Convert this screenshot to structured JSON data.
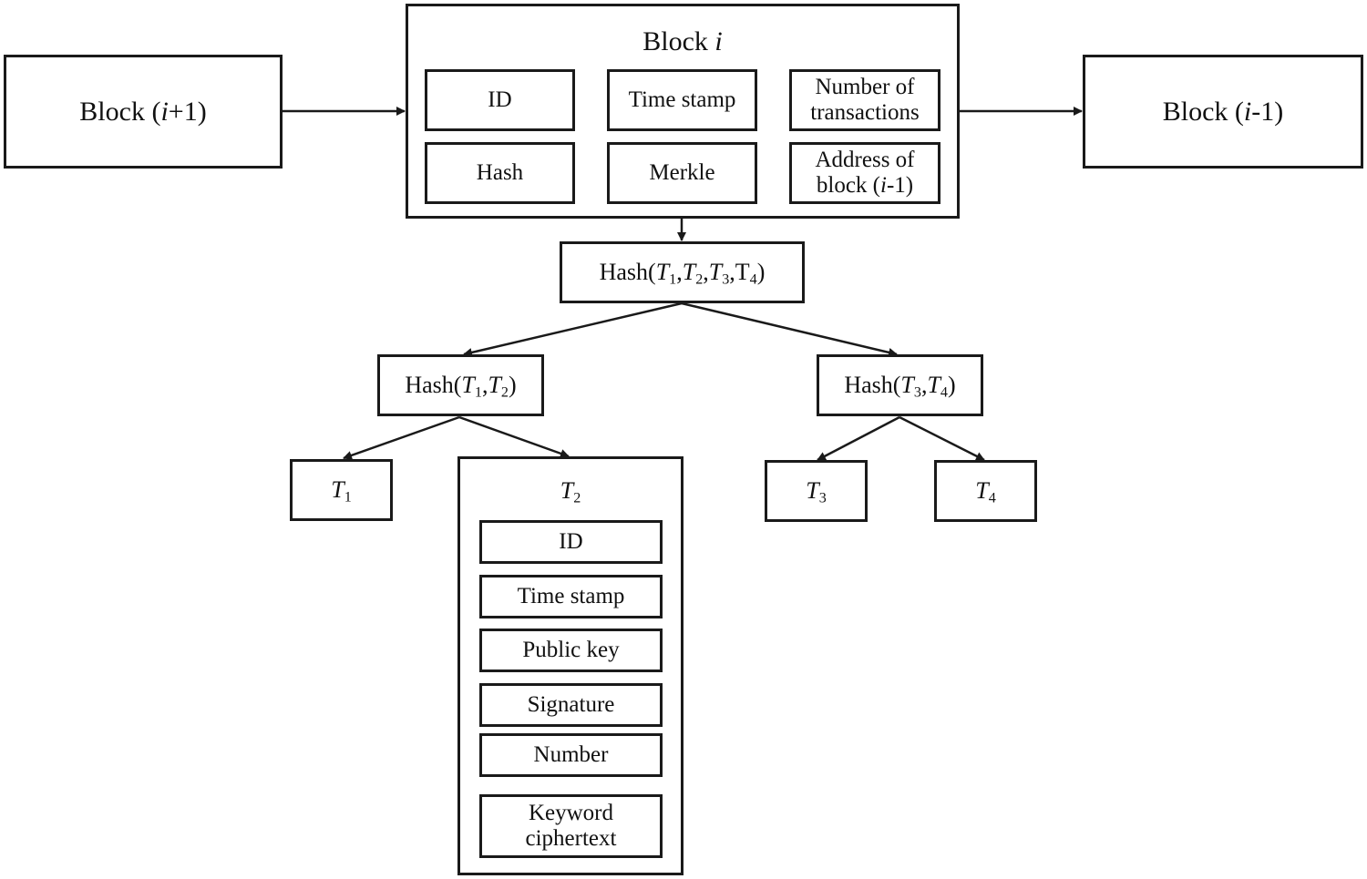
{
  "block_prev": {
    "prefix": "Block (",
    "var": "i",
    "suffix": "+1)"
  },
  "block_next": {
    "prefix": "Block (",
    "var": "i",
    "suffix": "-1)"
  },
  "block_i": {
    "title_prefix": "Block ",
    "title_var": "i",
    "id_label": "ID",
    "timestamp_label": "Time stamp",
    "num_tx_line1": "Number of",
    "num_tx_line2": "transactions",
    "hash_label": "Hash",
    "merkle_label": "Merkle",
    "addr_line1": "Address of",
    "addr_line2_prefix": "block (",
    "addr_line2_var": "i",
    "addr_line2_suffix": "-1)"
  },
  "root_hash": {
    "prefix": "Hash(",
    "t": "T",
    "s1": "1",
    "s2": "2",
    "s3": "3",
    "last": "T",
    "s4": "4",
    "comma": ",",
    "close": ")"
  },
  "hash12": {
    "prefix": "Hash(",
    "t": "T",
    "s1": "1",
    "s2": "2",
    "comma": ",",
    "close": ")"
  },
  "hash34": {
    "prefix": "Hash(",
    "t": "T",
    "s3": "3",
    "s4": "4",
    "comma": ",",
    "close": ")"
  },
  "leaves": {
    "t": "T",
    "t1_sub": "1",
    "t3_sub": "3",
    "t4_sub": "4"
  },
  "t2": {
    "t": "T",
    "sub": "2",
    "fields": {
      "id": "ID",
      "timestamp": "Time stamp",
      "public_key": "Public key",
      "signature": "Signature",
      "number": "Number",
      "keyword_line1": "Keyword",
      "keyword_line2": "ciphertext"
    }
  }
}
